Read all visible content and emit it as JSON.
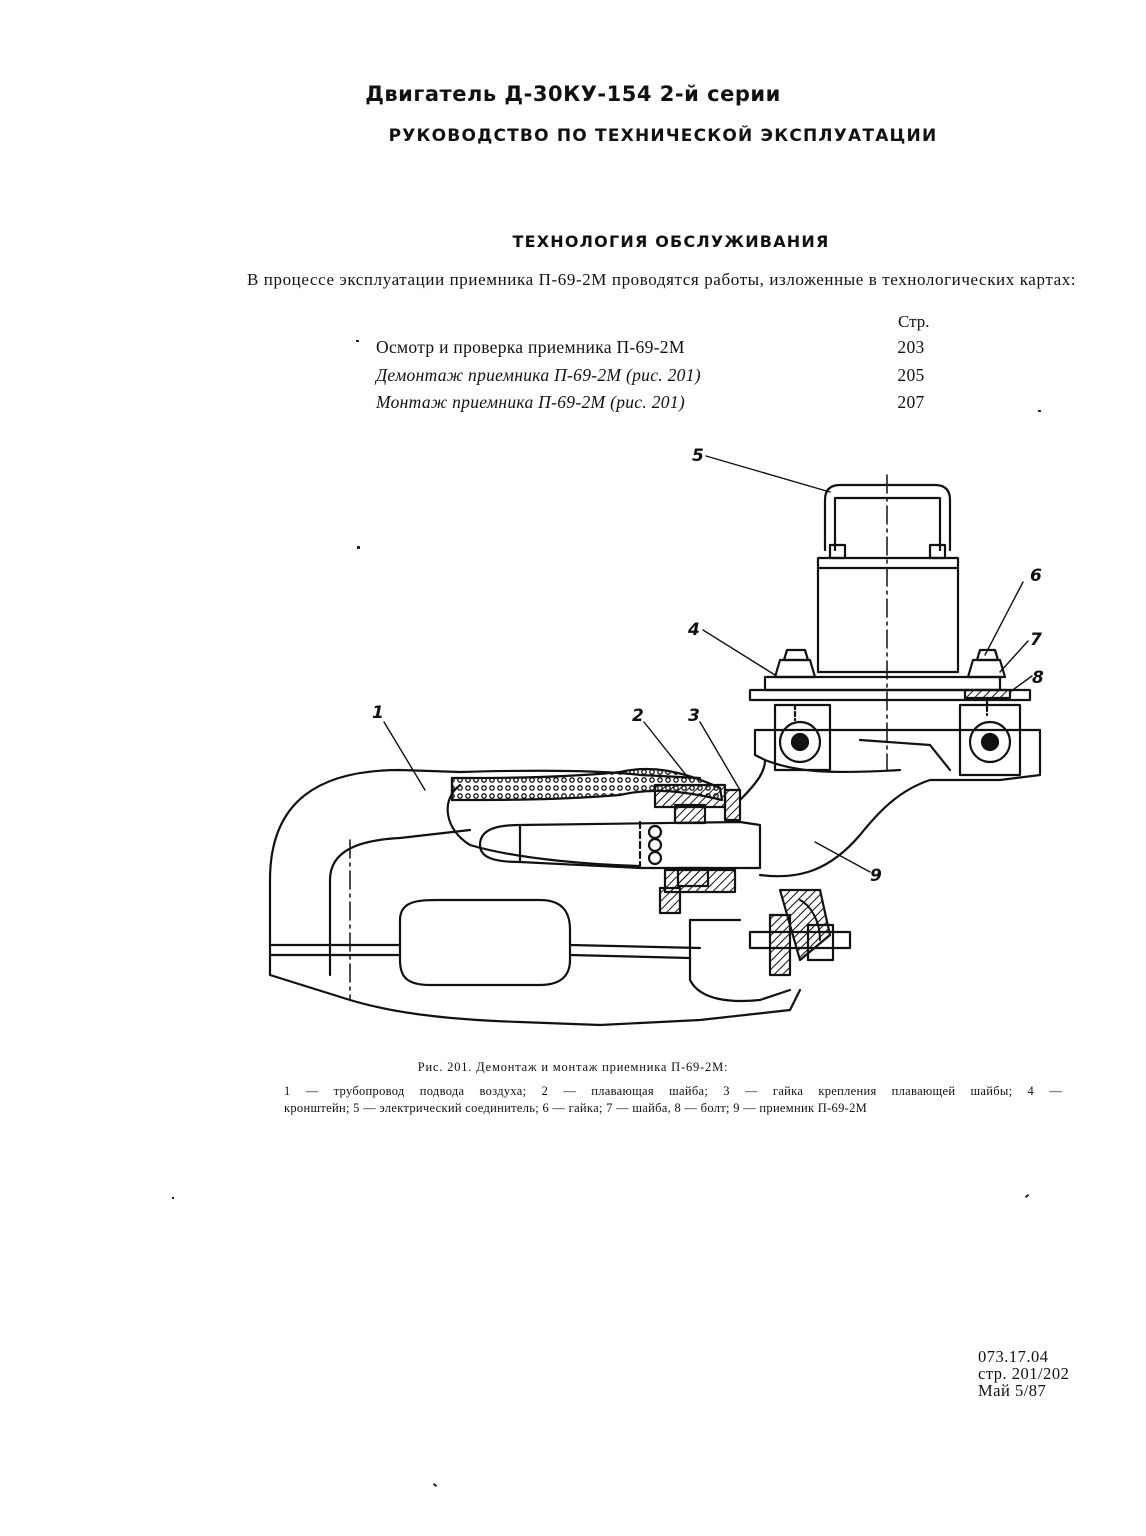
{
  "header": {
    "title": "Двигатель Д-30КУ-154 2-й серии",
    "subtitle": "РУКОВОДСТВО ПО ТЕХНИЧЕСКОЙ ЭКСПЛУАТАЦИИ"
  },
  "section": {
    "title": "ТЕХНОЛОГИЯ ОБСЛУЖИВАНИЯ",
    "intro": "В процессе эксплуатации приемника П-69-2М проводятся работы, изложенные в технологических картах:",
    "contents_header": "Стр.",
    "contents": [
      {
        "label": "Осмотр и проверка приемника П-69-2М",
        "page": "203"
      },
      {
        "label": "Демонтаж приемника П-69-2М (рис. 201)",
        "page": "205"
      },
      {
        "label": "Монтаж приемника П-69-2М (рис. 201)",
        "page": "207"
      }
    ]
  },
  "figure": {
    "callouts": [
      "1",
      "2",
      "3",
      "4",
      "5",
      "6",
      "7",
      "8",
      "9"
    ],
    "caption": "Рис. 201. Демонтаж и монтаж приемника П-69-2М:",
    "legend_line1": "1 — трубопровод подвода воздуха; 2 — плавающая шайба; 3 — гайка крепления плавающей шайбы; 4 —",
    "legend_line2": "кронштейн; 5 — электрический соединитель; 6 — гайка; 7 — шайба, 8 — болт; 9 — приемник П-69-2М"
  },
  "doc_ref": {
    "code": "073.17.04",
    "page": "стр. 201/202",
    "date": "Май 5/87"
  }
}
